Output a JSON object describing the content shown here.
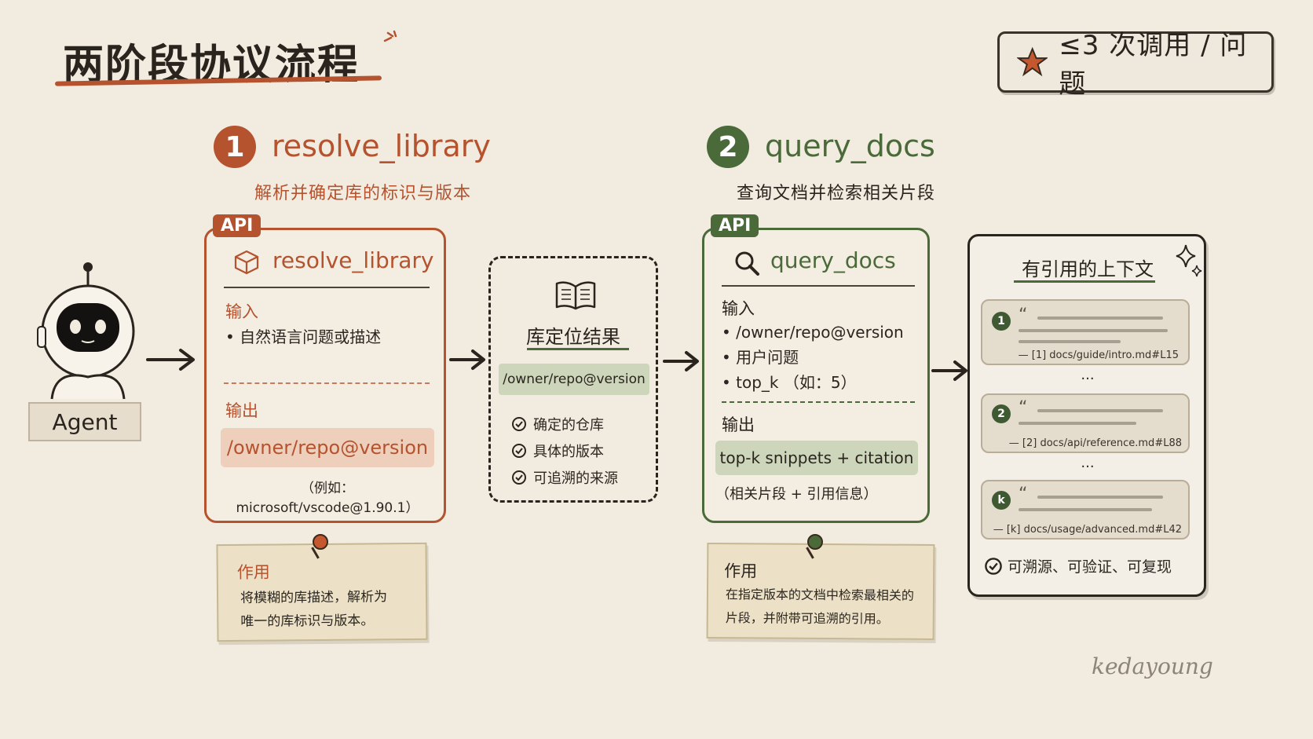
{
  "title": "两阶段协议流程",
  "badge": {
    "text": "≤3 次调用 / 问题"
  },
  "agent": {
    "label": "Agent"
  },
  "step1": {
    "number": "1",
    "name": "resolve_library",
    "description": "解析并确定库的标识与版本",
    "card": {
      "api_tag": "API",
      "title": "resolve_library",
      "input_label": "输入",
      "input_items": [
        "自然语言问题或描述"
      ],
      "output_label": "输出",
      "output_value": "/owner/repo@version",
      "output_example": "（例如：microsoft/vscode@1.90.1）"
    },
    "note": {
      "title": "作用",
      "lines": [
        "将模糊的库描述，解析为",
        "唯一的库标识与版本。"
      ]
    }
  },
  "locate": {
    "title": "库定位结果",
    "value": "/owner/repo@version",
    "checks": [
      "确定的仓库",
      "具体的版本",
      "可追溯的来源"
    ]
  },
  "step2": {
    "number": "2",
    "name": "query_docs",
    "description": "查询文档并检索相关片段",
    "card": {
      "api_tag": "API",
      "title": "query_docs",
      "input_label": "输入",
      "input_items": [
        "/owner/repo@version",
        "用户问题",
        "top_k （如：5）"
      ],
      "output_label": "输出",
      "output_value": "top-k snippets + citation",
      "output_note": "（相关片段 + 引用信息）"
    },
    "note": {
      "title": "作用",
      "lines": [
        "在指定版本的文档中检索最相关的",
        "片段，并附带可追溯的引用。"
      ]
    }
  },
  "context": {
    "title": "有引用的上下文",
    "items": [
      {
        "num": "1",
        "source": "— [1] docs/guide/intro.md#L15"
      },
      {
        "num": "2",
        "source": "— [2] docs/api/reference.md#L88"
      },
      {
        "num": "k",
        "source": "— [k] docs/usage/advanced.md#L42"
      }
    ],
    "ellipsis": "...",
    "footer": "可溯源、可验证、可复现"
  },
  "signature": "kedayoung",
  "colors": {
    "orange": "#b5532f",
    "green": "#4a6a3a",
    "dark": "#2a241e",
    "paper": "#f1ebe0"
  }
}
